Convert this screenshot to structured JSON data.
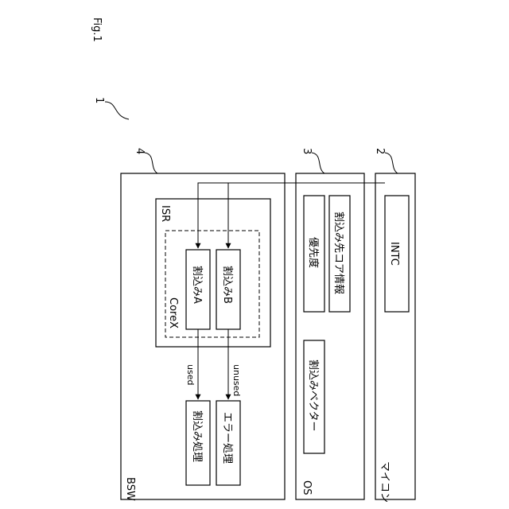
{
  "figure_label": "Fig.1",
  "refs": {
    "system": "1",
    "intc_block": "2",
    "os_block": "3",
    "bsw_block": "4"
  },
  "microcomputer": {
    "name": "マイコン",
    "intc": "INTC"
  },
  "os": {
    "name": "OS",
    "priority": "優先度",
    "target_core_info": "割込み先コア情報",
    "interrupt_vector": "割込みベクター"
  },
  "bsw": {
    "name": "BSW",
    "isr": "ISR",
    "core": "CoreX",
    "interrupt_a": "割込みA",
    "interrupt_b": "割込みB",
    "used": "used",
    "unused": "unused",
    "interrupt_processing": "割込み処理",
    "error_processing": "エラー処理"
  }
}
